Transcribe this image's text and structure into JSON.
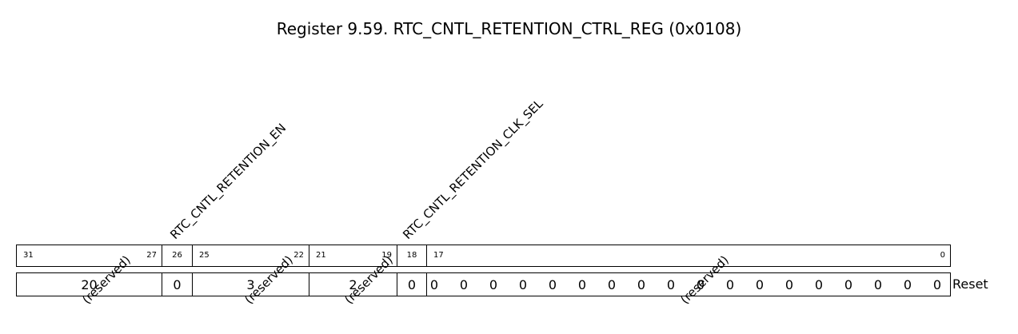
{
  "title": "Register 9.59. RTC_CNTL_RETENTION_CTRL_REG (0x0108)",
  "fields": [
    {
      "name": "(reserved)",
      "msb": "31",
      "lsb": "27",
      "reset": "20"
    },
    {
      "name": "RTC_CNTL_RETENTION_EN",
      "msb": "26",
      "reset": "0"
    },
    {
      "name": "(reserved)",
      "msb": "25",
      "lsb": "22",
      "reset": "3"
    },
    {
      "name": "(reserved)",
      "msb": "21",
      "lsb": "19",
      "reset": "2"
    },
    {
      "name": "RTC_CNTL_RETENTION_CLK_SEL",
      "msb": "18",
      "reset": "0"
    },
    {
      "name": "(reserved)",
      "msb": "17",
      "lsb": "0",
      "reset_bits": [
        "0",
        "0",
        "0",
        "0",
        "0",
        "0",
        "0",
        "0",
        "0",
        "0",
        "0",
        "0",
        "0",
        "0",
        "0",
        "0",
        "0",
        "0"
      ]
    }
  ],
  "reset_label": "Reset"
}
